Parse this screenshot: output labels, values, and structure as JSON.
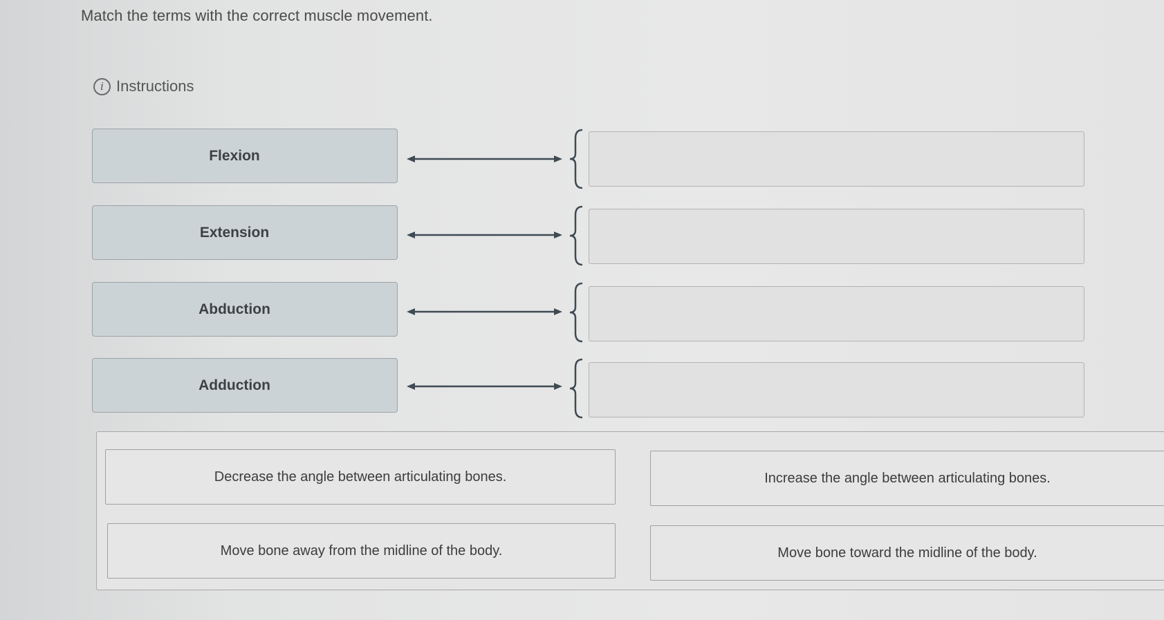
{
  "prompt": "Match the terms with the correct muscle movement.",
  "instructions_label": "Instructions",
  "info_icon_glyph": "i",
  "terms": [
    {
      "label": "Flexion"
    },
    {
      "label": "Extension"
    },
    {
      "label": "Abduction"
    },
    {
      "label": "Adduction"
    }
  ],
  "answer_options": [
    {
      "label": "Decrease the angle between articulating bones."
    },
    {
      "label": "Increase the angle between articulating bones."
    },
    {
      "label": "Move bone away from the midline of the body."
    },
    {
      "label": "Move bone toward the midline of the body."
    }
  ],
  "colors": {
    "term_fill": "#ccd3d6",
    "slot_fill": "#e1e1e1",
    "connector": "#3f4a52"
  }
}
